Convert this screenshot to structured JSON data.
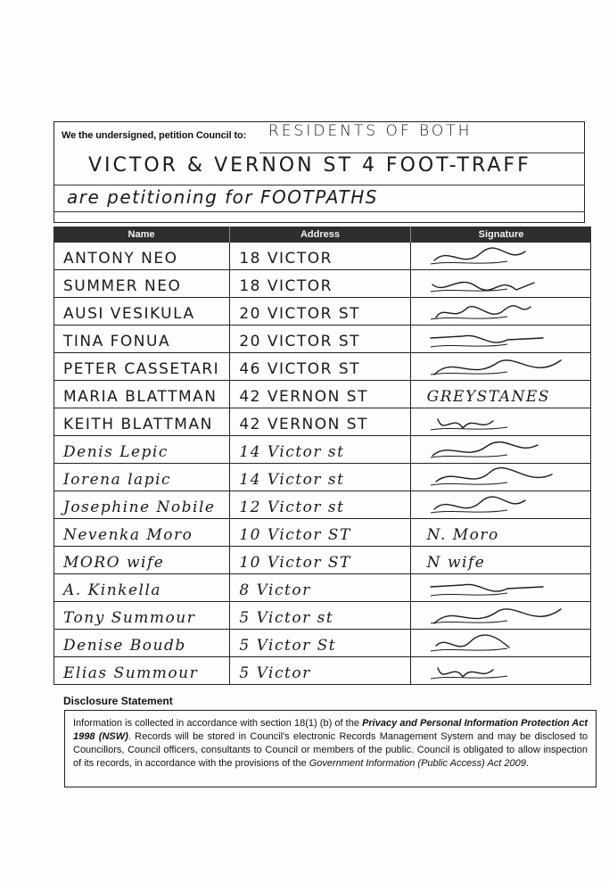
{
  "petition": {
    "intro": "We the undersigned, petition Council to:",
    "purpose_lines": [
      "RESIDENTS OF BOTH",
      "VICTOR & VERNON ST 4 FOOT-TRAFF",
      "are petitioning for FOOTPATHS"
    ]
  },
  "table": {
    "headers": {
      "name": "Name",
      "address": "Address",
      "signature": "Signature"
    },
    "rows": [
      {
        "name": "ANTONY NEO",
        "address": "18 VICTOR",
        "signature": "",
        "sig_style": "scribble"
      },
      {
        "name": "SUMMER NEO",
        "address": "18 VICTOR",
        "signature": "",
        "sig_style": "scribble"
      },
      {
        "name": "AUSI VESIKULA",
        "address": "20 VICTOR ST",
        "signature": "",
        "sig_style": "scribble"
      },
      {
        "name": "TINA FONUA",
        "address": "20 VICTOR ST",
        "signature": "",
        "sig_style": "scribble"
      },
      {
        "name": "PETER CASSETARI",
        "address": "46 VICTOR ST",
        "signature": "",
        "sig_style": "scribble"
      },
      {
        "name": "MARIA BLATTMAN",
        "address": "42 VERNON ST",
        "signature": "GREYSTANES",
        "sig_style": "text"
      },
      {
        "name": "KEITH BLATTMAN",
        "address": "42 VERNON ST",
        "signature": "",
        "sig_style": "scribble"
      },
      {
        "name": "Denis Lepic",
        "address": "14 Victor st",
        "signature": "",
        "sig_style": "scribble"
      },
      {
        "name": "Iorena lapic",
        "address": "14 Victor st",
        "signature": "",
        "sig_style": "scribble"
      },
      {
        "name": "Josephine Nobile",
        "address": "12 Victor st",
        "signature": "",
        "sig_style": "scribble"
      },
      {
        "name": "Nevenka Moro",
        "address": "10 Victor ST",
        "signature": "N. Moro",
        "sig_style": "text"
      },
      {
        "name": "MORO wife",
        "address": "10 Victor ST",
        "signature": "N wife",
        "sig_style": "text"
      },
      {
        "name": "A. Kinkella",
        "address": "8 Victor",
        "signature": "",
        "sig_style": "scribble"
      },
      {
        "name": "Tony Summour",
        "address": "5 Victor st",
        "signature": "",
        "sig_style": "scribble"
      },
      {
        "name": "Denise Boudb",
        "address": "5 Victor St",
        "signature": "",
        "sig_style": "scribble"
      },
      {
        "name": "Elias Summour",
        "address": "5 Victor",
        "signature": "",
        "sig_style": "scribble"
      }
    ]
  },
  "disclosure": {
    "title": "Disclosure Statement",
    "p1": "Information is collected in accordance with section 18(1) (b) of the ",
    "act1": "Privacy and Personal Information Protection Act 1998 (NSW)",
    "p2": ". Records will be stored in Council's electronic Records Management System and may be disclosed to Councillors, Council officers, consultants to Council or members of the public. Council is obligated to allow inspection of its records, in accordance with the provisions of the ",
    "act2": "Government Information (Public Access) Act 2009",
    "p3": "."
  }
}
